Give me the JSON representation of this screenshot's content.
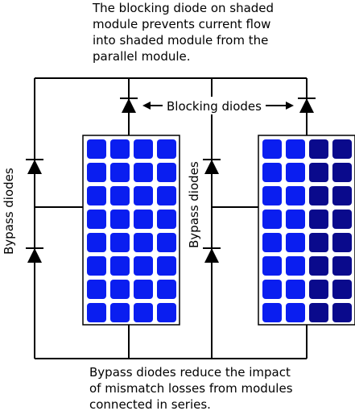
{
  "captions": {
    "top": [
      "The blocking diode on shaded",
      "module prevents current flow",
      "into shaded module from the",
      "parallel module."
    ],
    "bottom": [
      "Bypass diodes reduce the impact",
      "of mismatch losses from modules",
      "connected in series."
    ]
  },
  "labels": {
    "blocking_diodes": "Blocking diodes",
    "bypass_left": "Bypass diodes",
    "bypass_right": "Bypass diodes"
  },
  "modules": [
    {
      "name": "unshaded-module",
      "rows": 8,
      "cols": 4,
      "shaded_cols": 0
    },
    {
      "name": "shaded-module",
      "rows": 8,
      "cols": 4,
      "shaded_cols": 2
    }
  ],
  "colors": {
    "cell": "#0a1ef0",
    "cell_shaded": "#0a0a8c",
    "wire": "#000000"
  }
}
